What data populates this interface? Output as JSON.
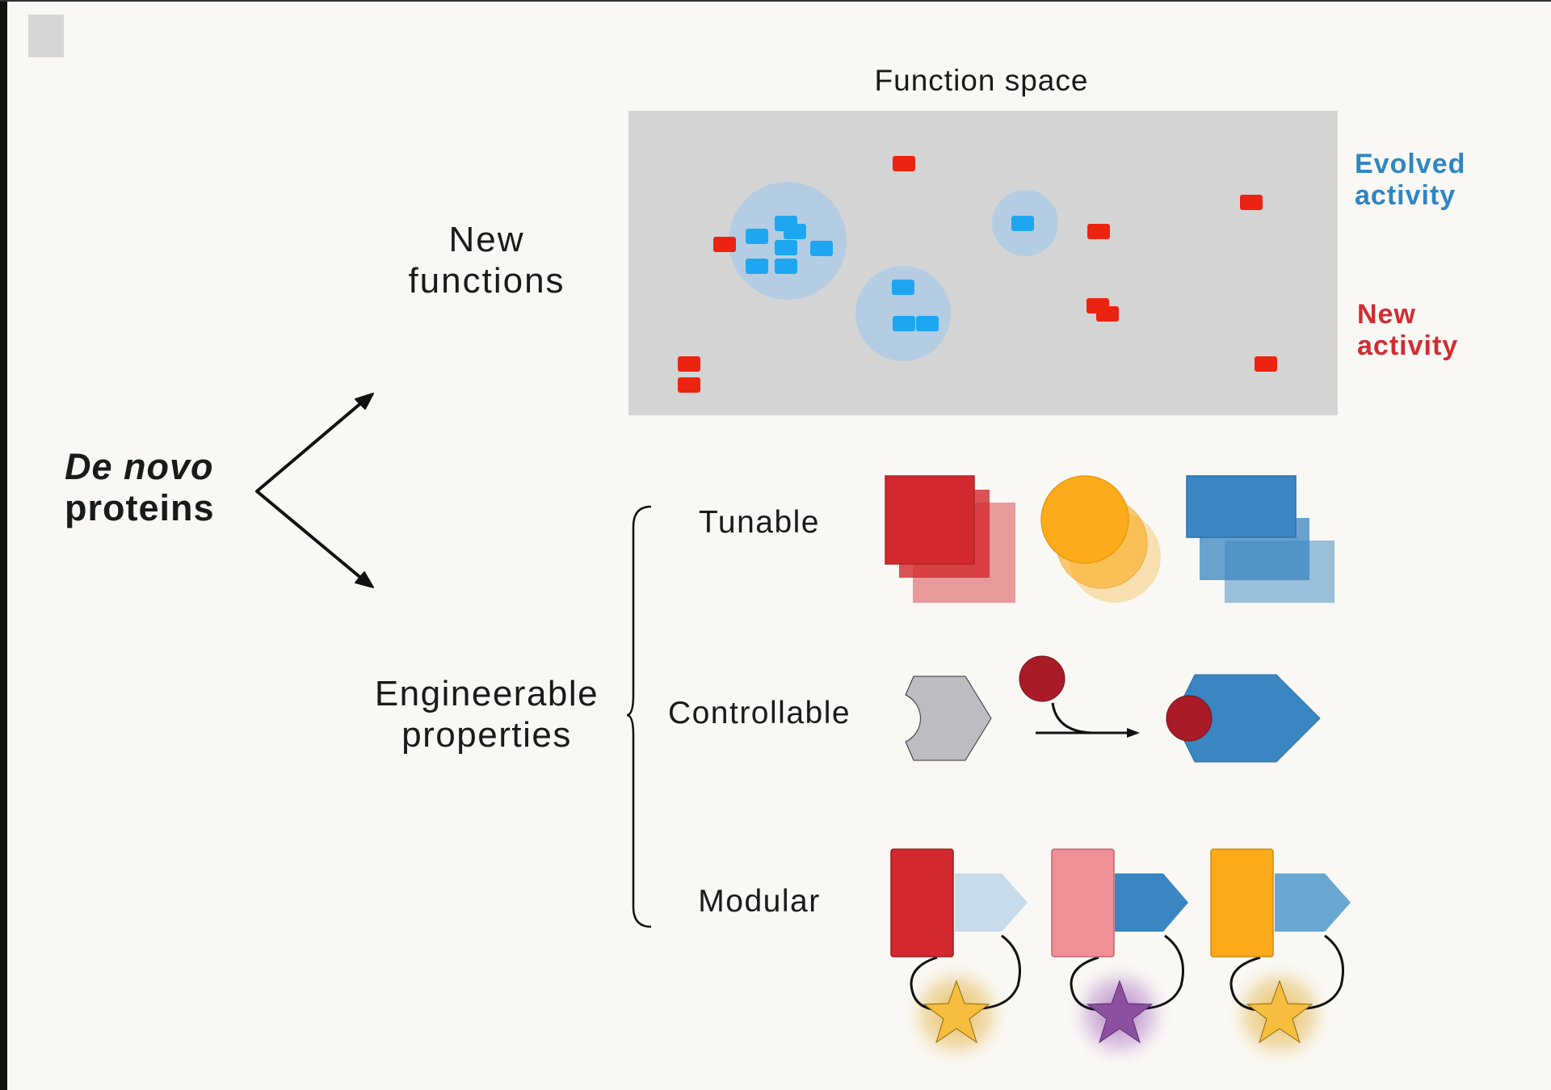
{
  "header": {
    "function_space_title": "Function space"
  },
  "root_label": {
    "line1": "De novo",
    "line2": "proteins"
  },
  "branches": {
    "new_functions": {
      "line1": "New",
      "line2": "functions"
    },
    "engineerable_properties": {
      "line1": "Engineerable",
      "line2": "properties"
    }
  },
  "properties": {
    "tunable": "Tunable",
    "controllable": "Controllable",
    "modular": "Modular"
  },
  "legend": {
    "evolved": {
      "line1": "Evolved",
      "line2": "activity",
      "color": "#2f86c2"
    },
    "new": {
      "line1": "New",
      "line2": "activity",
      "color": "#d02d33"
    }
  },
  "colors": {
    "function_space_bg": "#d4d4d4",
    "evolved_marker": "#1ea7f0",
    "evolved_halo": "#b5cde2",
    "new_marker": "#ec2310",
    "red": "#d2292e",
    "pink": "#ef8f96",
    "orange": "#fbab1a",
    "blue": "#3a86c2",
    "light_blue": "#6aa7d3",
    "pale_blue": "#c8dbea",
    "gray": "#bdbcc3",
    "dark_red": "#a91b27",
    "purple": "#8c50a1",
    "gold_star": "#f6bd3f"
  },
  "icons": {
    "branch_arrows": "chevron-arrows-icon",
    "brace": "curly-brace-icon",
    "binding_arrow": "binding-arrow-icon",
    "star": "star-icon"
  }
}
